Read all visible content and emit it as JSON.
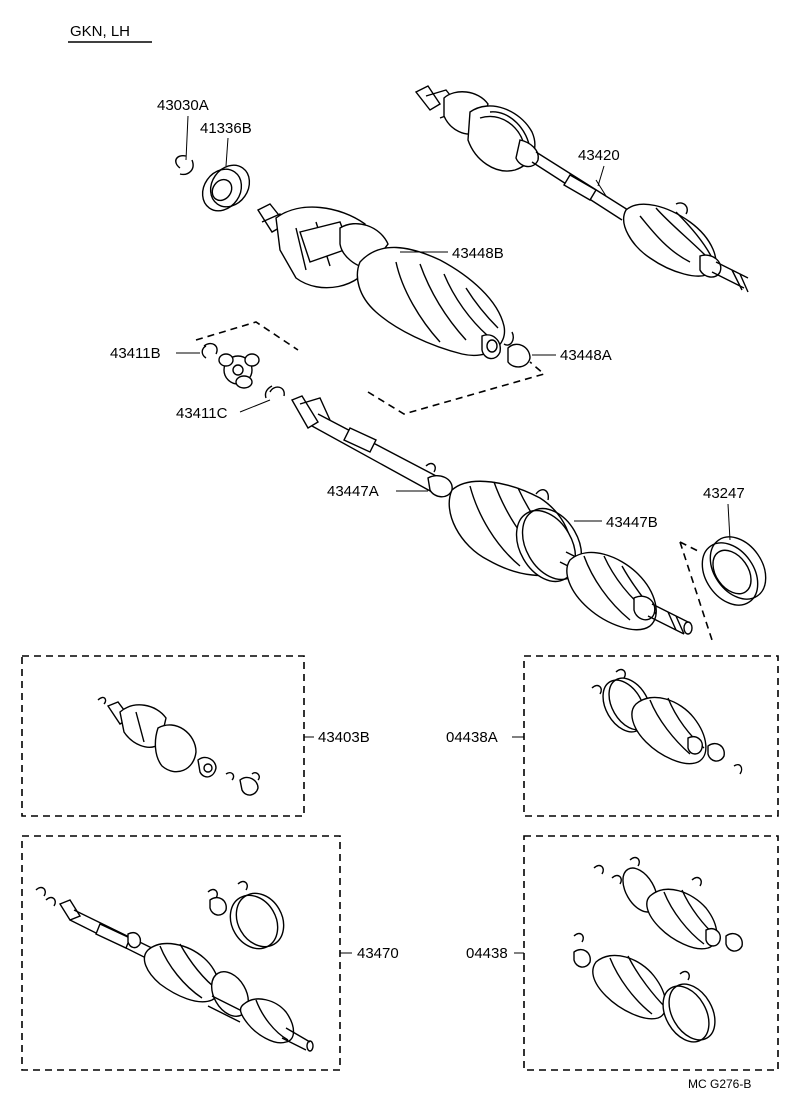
{
  "header": {
    "title": "GKN, LH"
  },
  "footer": {
    "code": "MC  G276-B"
  },
  "labels": {
    "p43030A": "43030A",
    "p41336B": "41336B",
    "p43420": "43420",
    "p43448B": "43448B",
    "p43411B": "43411B",
    "p43448A": "43448A",
    "p43411C": "43411C",
    "p43447A": "43447A",
    "p43447B": "43447B",
    "p43247": "43247",
    "p43403B": "43403B",
    "p04438A": "04438A",
    "p43470": "43470",
    "p04438": "04438"
  }
}
